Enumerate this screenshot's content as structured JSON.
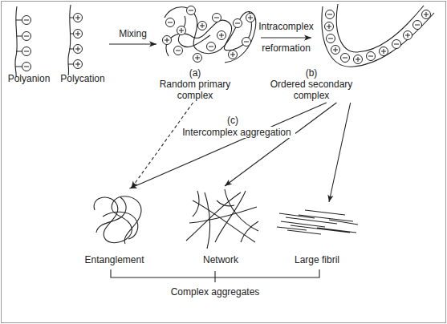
{
  "diagram": {
    "nodes": [
      {
        "text": [
          "Polyanion"
        ]
      },
      {
        "text": [
          "Polycation"
        ]
      },
      {
        "text": [
          "(a)",
          "Random primary complex"
        ]
      },
      {
        "text": [
          "(b)",
          "Ordered secondary complex"
        ]
      },
      {
        "text": [
          "Entanglement"
        ]
      },
      {
        "text": [
          "Network"
        ]
      },
      {
        "text": [
          "Large fibril"
        ]
      }
    ],
    "edges": [
      {
        "from": 1,
        "to": 2,
        "arrow": "to",
        "label": "Mixing"
      },
      {
        "from": 2,
        "to": 3,
        "arrow": "to",
        "label": "Intracomplex reformation"
      },
      {
        "from": 2,
        "to": 4,
        "arrow": "to"
      },
      {
        "from": 3,
        "to": 4,
        "arrow": "to"
      },
      {
        "from": 3,
        "to": 5,
        "arrow": "to"
      },
      {
        "from": 3,
        "to": 6,
        "arrow": "to"
      }
    ],
    "labels": [
      "(c)",
      "Intercomplex aggregation",
      "Complex aggregates"
    ]
  }
}
